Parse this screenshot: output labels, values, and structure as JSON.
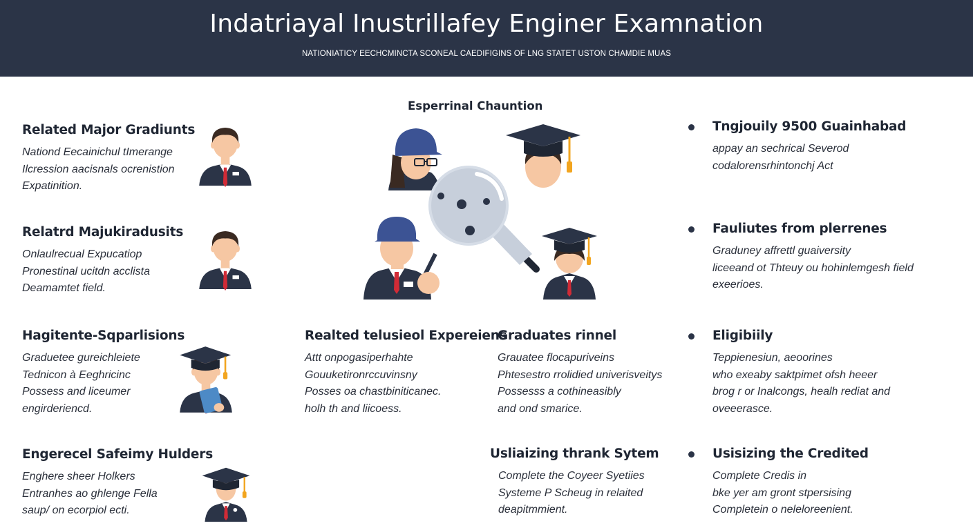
{
  "header": {
    "title": "Indatriayal Inustrillafey Enginer Examnation",
    "subtitle": "NATIONIATICY EECHCMINCTA SCONEAL CAEDIFIGINS OF LNG STATET USTON CHAMDIE MUAS"
  },
  "center": {
    "label": "Esperrinal Chauntion",
    "icons": [
      "worker-with-glasses-icon",
      "graduate-cap-icon",
      "magnifying-glass-icon",
      "worker-helmet-icon",
      "graduate-female-icon"
    ]
  },
  "left": [
    {
      "title": "Related Major Gradiunts",
      "lines": [
        "Nationd Eecainichul tImerange",
        "Ilcression aacisnals ocrenistion",
        "Expatinition."
      ]
    },
    {
      "title": "Relatrd Majukiradusits",
      "lines": [
        "Onlaulrecual Expucatiop",
        "Pronestinal ucitdn acclista",
        "Deamamtet field."
      ]
    },
    {
      "title": "Hagitente-Sqparlisions",
      "lines": [
        "Graduetee gureichleiete",
        "Tednicon à Eeghricinc",
        "Possess and liceumer",
        "engirderiencd."
      ]
    },
    {
      "title": "Engerecel Safeimy Hulders",
      "lines": [
        "Enghere sheer Holkers",
        "Entranhes ao ghlenge Fella",
        "saup/ on ecorpiol ecti."
      ]
    }
  ],
  "middle": [
    {
      "title": "Realted telusieol Expereiens",
      "lines": [
        "Attt onpogasiperhahte",
        "Gouuketironrccuvinsny",
        "Posses oa chastbiniticanec.",
        "holh th and liicoess."
      ]
    },
    {
      "title": "Graduates rinnel",
      "lines": [
        "Grauatee flocapuriveins",
        "Phtesestro rrolidied univerisveitys",
        "Possesss a cothineasibly",
        "and ond smarice."
      ]
    },
    {
      "title": "Usliaizing thrank Sytem",
      "lines": [
        "Complete the Coyeer Syetiies",
        "Systeme P Scheug in relaited",
        "deapitmmient."
      ]
    }
  ],
  "right": [
    {
      "title": "Tngjouily 9500 Guainhabad",
      "lines": [
        "appay an sechrical Severod",
        "codalorensrhintonchj Act"
      ]
    },
    {
      "title": "Fauliutes from plerrenes",
      "lines": [
        "Graduney affrettl guaiversity",
        "liceeand ot Thteuy ou hohinlemgesh field",
        "exeerioes."
      ]
    },
    {
      "title": "Eligibiily",
      "lines": [
        "Teppienesiun, aeoorines",
        "who exeaby saktpimet ofsh heeer",
        "brog r or Inalcongs, healh rediat and",
        "oveeerasce."
      ]
    },
    {
      "title": "Usisizing the Credited",
      "lines": [
        "Complete Credis in",
        "bke yer am gront stpersising",
        "Completein o neleloreenient."
      ]
    }
  ],
  "colors": {
    "header_bg": "#2b3447",
    "suit": "#2b3447",
    "helmet": "#3c5394",
    "tie": "#d12b36",
    "skin": "#f6c7a3",
    "tassel": "#f2a51f",
    "lens": "#c7cfdb"
  }
}
